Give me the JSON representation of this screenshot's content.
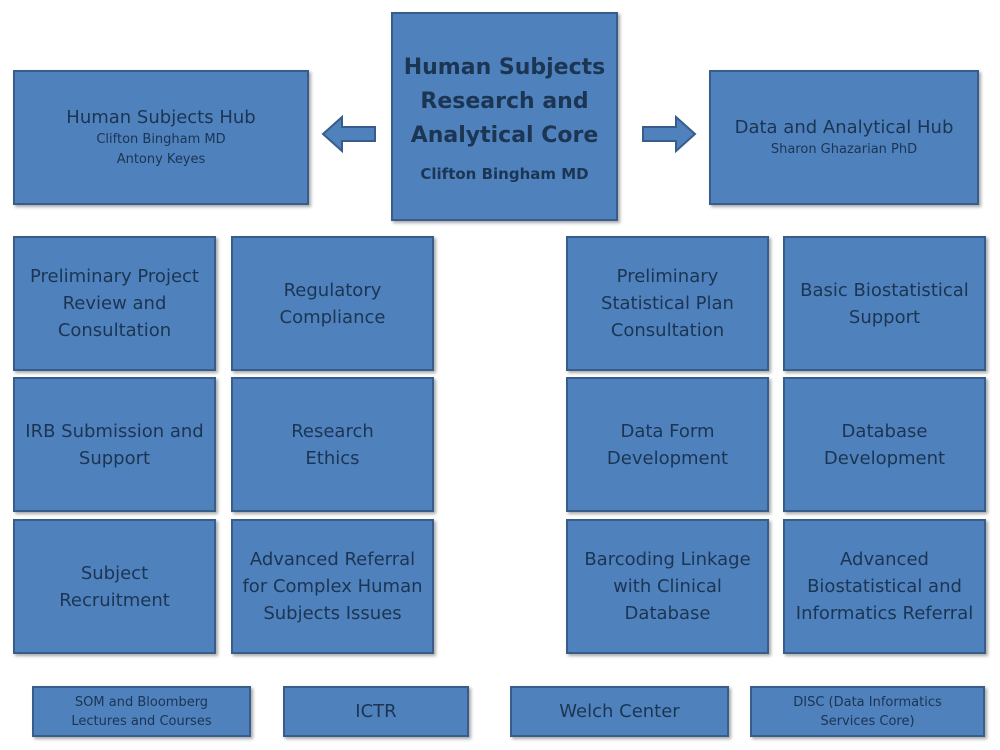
{
  "core": {
    "title": "Human Subjects\nResearch and\nAnalytical Core",
    "lead": "Clifton Bingham MD"
  },
  "left_hub": {
    "title": "Human Subjects Hub",
    "people": "Clifton Bingham MD\nAntony Keyes"
  },
  "right_hub": {
    "title": "Data and Analytical Hub",
    "people": "Sharon Ghazarian PhD"
  },
  "left_services": [
    "Preliminary Project\nReview and\nConsultation",
    "Regulatory\nCompliance",
    "IRB Submission and\nSupport",
    "Research\nEthics",
    "Subject\nRecruitment",
    "Advanced Referral\nfor Complex Human\nSubjects Issues"
  ],
  "right_services": [
    "Preliminary\nStatistical Plan\nConsultation",
    "Basic Biostatistical\nSupport",
    "Data Form\nDevelopment",
    "Database\nDevelopment",
    "Barcoding Linkage\nwith Clinical\nDatabase",
    "Advanced\nBiostatistical and\nInformatics Referral"
  ],
  "resources": [
    "SOM and Bloomberg\nLectures and Courses",
    "ICTR",
    "Welch Center",
    "DISC (Data Informatics\nServices Core)"
  ],
  "colors": {
    "box_fill": "#4f81bd",
    "box_border": "#385d8a",
    "text": "#1b3553"
  }
}
